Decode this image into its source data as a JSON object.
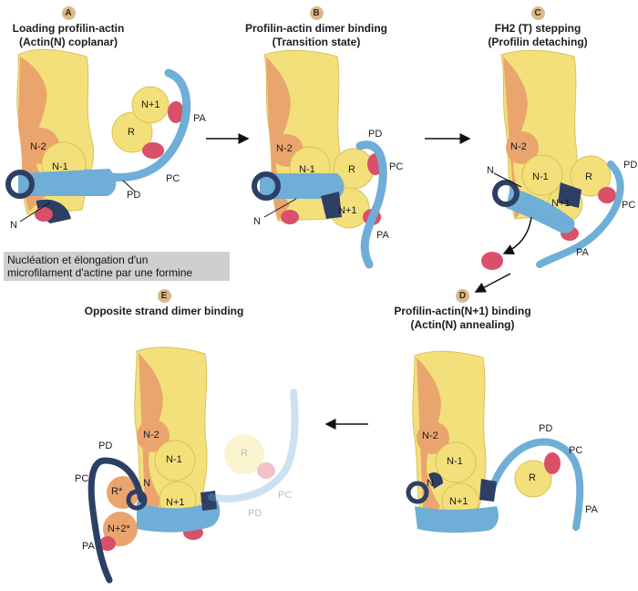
{
  "panels": [
    {
      "letter": "A",
      "title_line1": "Loading profilin-actin",
      "title_line2": "(Actin(N) coplanar)"
    },
    {
      "letter": "B",
      "title_line1": "Profilin-actin dimer binding",
      "title_line2": "(Transition state)"
    },
    {
      "letter": "C",
      "title_line1": "FH2 (T) stepping",
      "title_line2": "(Profilin detaching)"
    },
    {
      "letter": "D",
      "title_line1": "Profilin-actin(N+1) binding",
      "title_line2": "(Actin(N) annealing)"
    },
    {
      "letter": "E",
      "title_line1": "Opposite strand dimer binding",
      "title_line2": ""
    }
  ],
  "labels": {
    "a": {
      "n1p": "N+1",
      "r": "R",
      "pa": "PA",
      "pc": "PC",
      "pd": "PD",
      "n2": "N-2",
      "nm1": "N-1",
      "n": "N"
    },
    "b": {
      "pd": "PD",
      "pc": "PC",
      "pa": "PA",
      "r": "R",
      "n2": "N-2",
      "nm1": "N-1",
      "n1p": "N+1",
      "n": "N"
    },
    "c": {
      "n2": "N-2",
      "n": "N",
      "nm1": "N-1",
      "r": "R",
      "pd": "PD",
      "pc": "PC",
      "n1p": "N+1",
      "pa": "PA"
    },
    "d": {
      "n2": "N-2",
      "nm1": "N-1",
      "pd": "PD",
      "pc": "PC",
      "r": "R",
      "n": "N",
      "n1p": "N+1",
      "pa": "PA"
    },
    "e": {
      "n2": "N-2",
      "nm1": "N-1",
      "pd": "PD",
      "pc": "PC",
      "rstar": "R*",
      "n": "N",
      "n1p": "N+1",
      "n2star": "N+2*",
      "pa": "PA",
      "r_ghost": "R",
      "pd_ghost": "PD",
      "pc_ghost": "PC"
    }
  },
  "caption": {
    "line1": "Nucléation et élongation d'un",
    "line2": "microfilament d'actine par une formine"
  },
  "colors": {
    "actin_yellow": "#f3e07a",
    "actin_orange": "#eaa56e",
    "fh2_blue": "#6faed6",
    "fh2_dark": "#2e3f66",
    "profilin_red": "#d9506a",
    "badge": "#d9b98a"
  }
}
